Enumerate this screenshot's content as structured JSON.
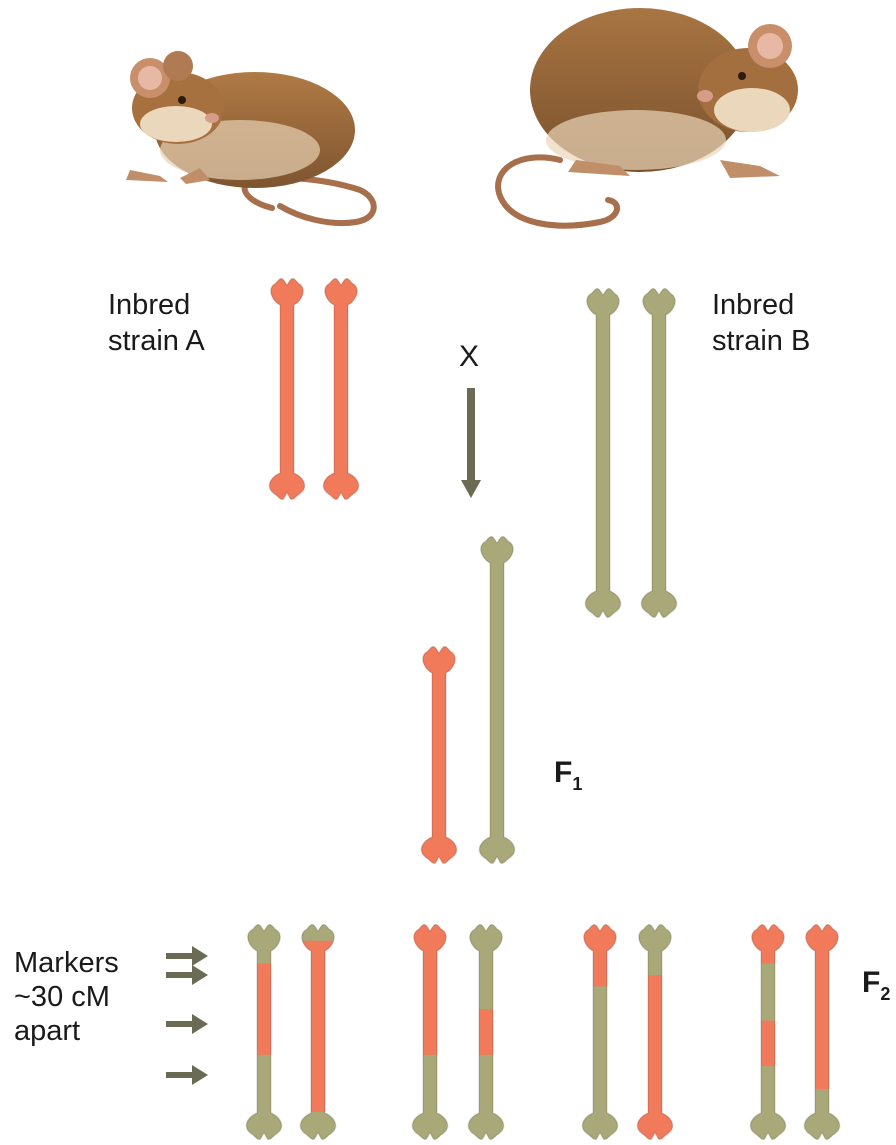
{
  "strain_a": {
    "line1": "Inbred",
    "line2": "strain A",
    "mouse_icon": "mouse-illustration",
    "chromosome_color": "#f07a5a"
  },
  "strain_b": {
    "line1": "Inbred",
    "line2": "strain B",
    "mouse_icon": "mouse-illustration",
    "chromosome_color": "#a8a878"
  },
  "cross": {
    "symbol": "X",
    "arrow_icon": "down-arrow"
  },
  "f1": {
    "label": "F",
    "subscript": "1"
  },
  "f2": {
    "label": "F",
    "subscript": "2",
    "markers": {
      "line1": "Markers",
      "line2": "~30 cM",
      "line3": "apart",
      "count": 4,
      "arrow_icon": "right-arrow"
    }
  },
  "colors": {
    "strain_a": "#f07a5a",
    "strain_b": "#a8a878",
    "arrow": "#6b6b55",
    "text": "#1a1a1a"
  }
}
